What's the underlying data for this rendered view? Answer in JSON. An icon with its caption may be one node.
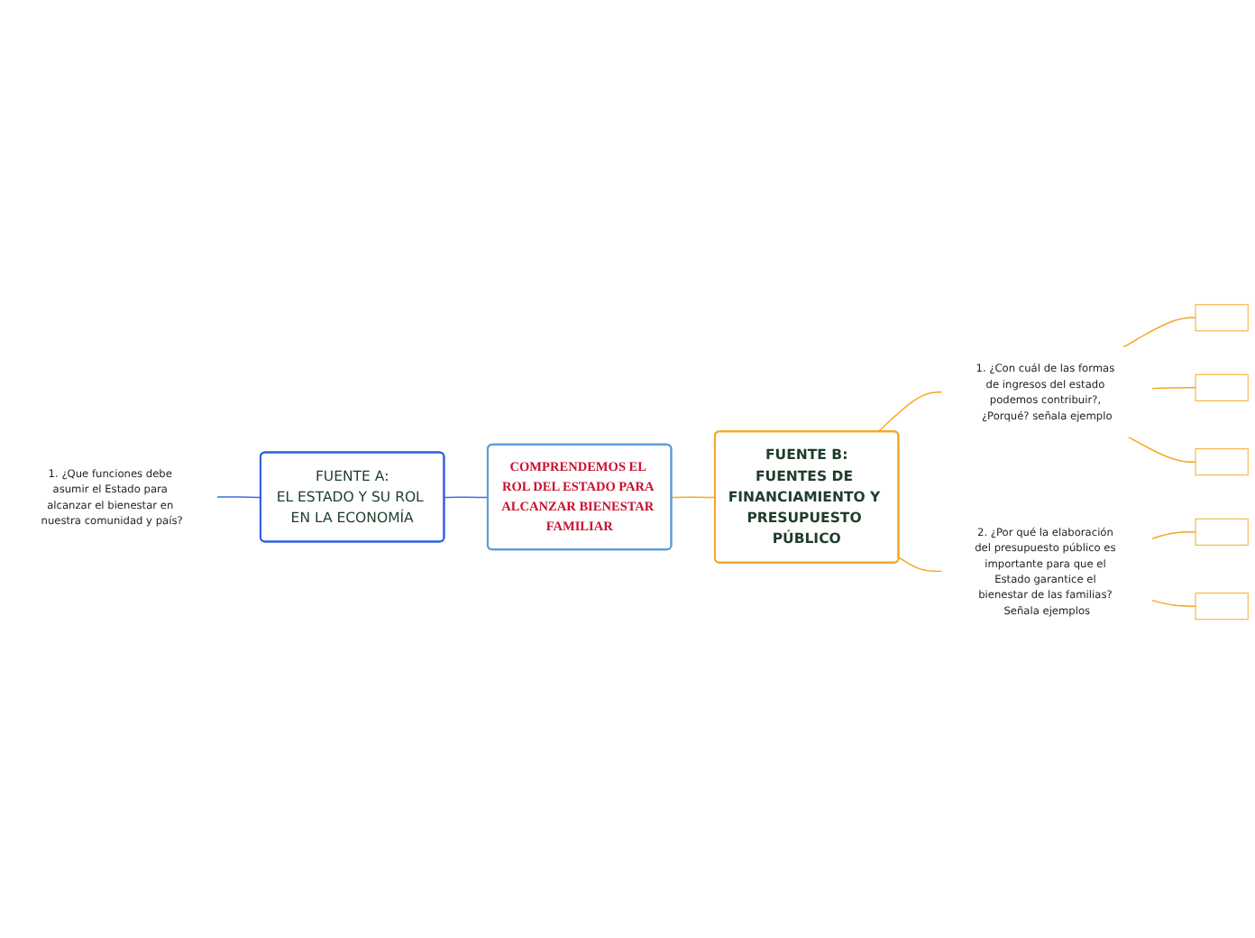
{
  "diagram": {
    "nodes": [
      {
        "text": [
          "COMPRENDEMOS EL ROL DEL ESTADO PARA ALCANZAR BIENESTAR FAMILIAR"
        ]
      },
      {
        "text": [
          "FUENTE A:",
          "EL ESTADO Y SU ROL EN LA ECONOMÍA"
        ]
      },
      {
        "text": [
          "1. ¿Que funciones debe asumir el Estado para alcanzar el bienestar en nuestra comunidad y país?"
        ]
      },
      {
        "text": [
          "FUENTE B:",
          "FUENTES DE FINANCIAMIENTO Y PRESUPUESTO PÚBLICO"
        ]
      },
      {
        "text": [
          "1. ¿Con cuál de las formas de ingresos del estado podemos contribuir?, ¿Porqué? señala ejemplo"
        ]
      },
      {
        "text": [],
        "shape": "box"
      },
      {
        "text": [],
        "shape": "box"
      },
      {
        "text": [],
        "shape": "box"
      },
      {
        "text": [
          "2. ¿Por qué la elaboración del presupuesto público es importante para que el Estado garantice el bienestar de las familias? Señala ejemplos"
        ]
      },
      {
        "text": [],
        "shape": "box"
      },
      {
        "text": [],
        "shape": "box"
      }
    ],
    "edges": [
      {
        "from": 2,
        "to": 1,
        "arrow": "none",
        "color": "#3b6fe0"
      },
      {
        "from": 1,
        "to": 0,
        "arrow": "none",
        "color": "#3b6fe0"
      },
      {
        "from": 0,
        "to": 3,
        "arrow": "none"
      },
      {
        "from": 3,
        "to": 4,
        "arrow": "none"
      },
      {
        "from": 4,
        "to": 5,
        "arrow": "none"
      },
      {
        "from": 4,
        "to": 6,
        "arrow": "none"
      },
      {
        "from": 4,
        "to": 7,
        "arrow": "none"
      },
      {
        "from": 3,
        "to": 8,
        "arrow": "none"
      },
      {
        "from": 8,
        "to": 9,
        "arrow": "none"
      },
      {
        "from": 8,
        "to": 10,
        "arrow": "none"
      }
    ]
  }
}
